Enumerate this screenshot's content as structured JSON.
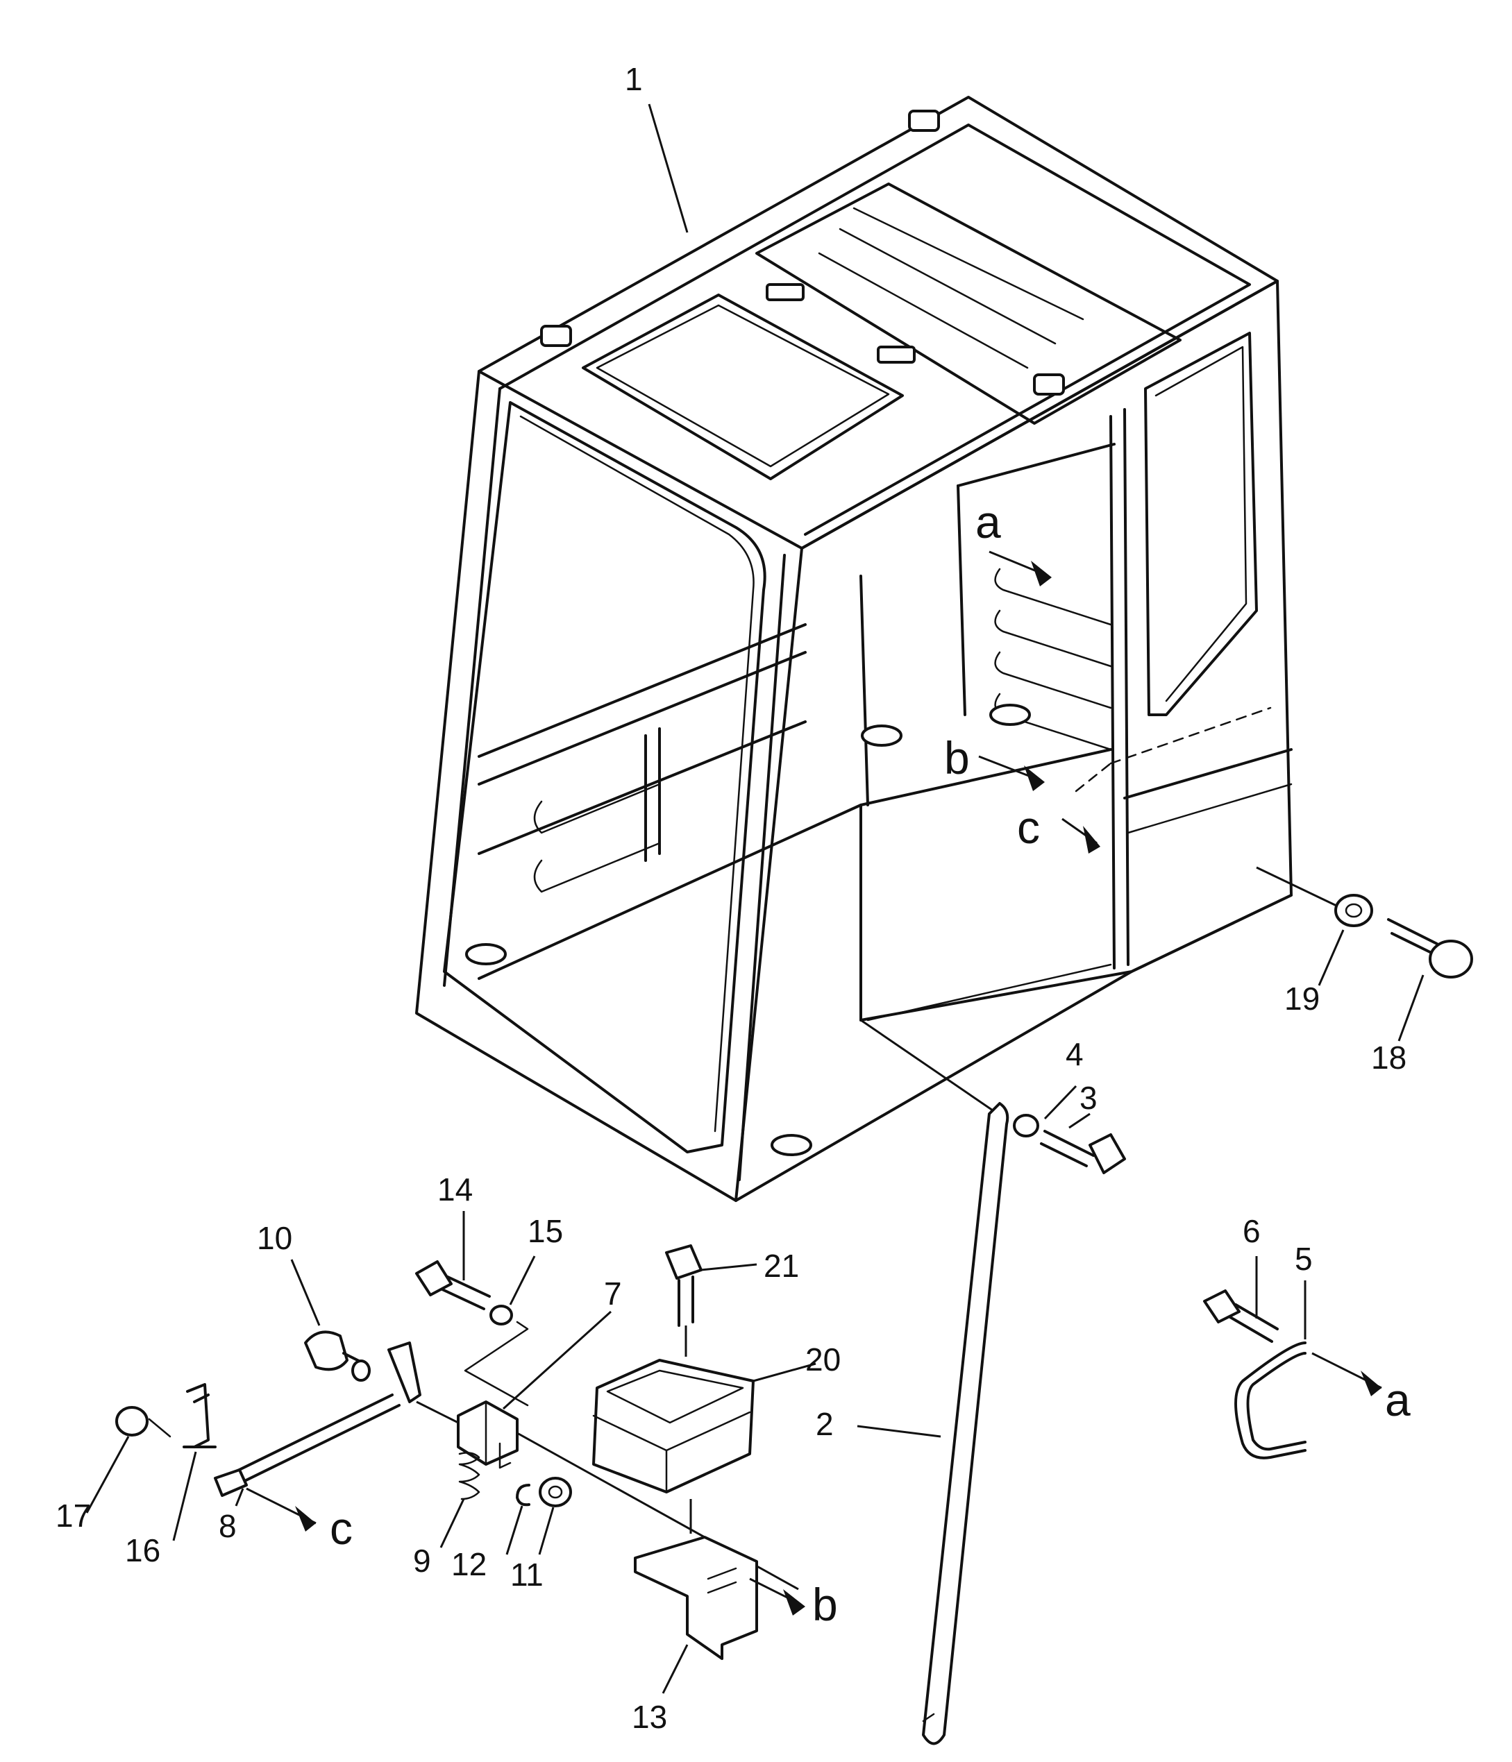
{
  "callouts": [
    "1",
    "2",
    "3",
    "4",
    "5",
    "6",
    "7",
    "8",
    "9",
    "10",
    "11",
    "12",
    "13",
    "14",
    "15",
    "16",
    "17",
    "18",
    "19",
    "20",
    "21"
  ],
  "view_markers": {
    "a": "a",
    "b": "b",
    "c": "c"
  }
}
